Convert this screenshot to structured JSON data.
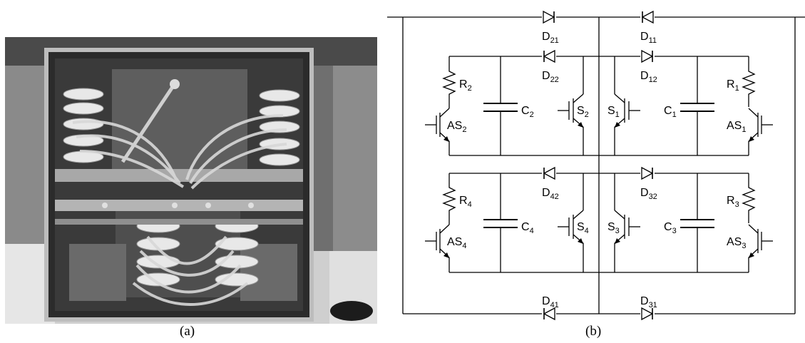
{
  "captions": {
    "a": "(a)",
    "b": "(b)"
  },
  "labels": {
    "D21": [
      "D",
      "21"
    ],
    "D11": [
      "D",
      "11"
    ],
    "D22": [
      "D",
      "22"
    ],
    "D12": [
      "D",
      "12"
    ],
    "D42": [
      "D",
      "42"
    ],
    "D32": [
      "D",
      "32"
    ],
    "D41": [
      "D",
      "41"
    ],
    "D31": [
      "D",
      "31"
    ],
    "R2": [
      "R",
      "2"
    ],
    "R1": [
      "R",
      "1"
    ],
    "R4": [
      "R",
      "4"
    ],
    "R3": [
      "R",
      "3"
    ],
    "C2": [
      "C",
      "2"
    ],
    "C1": [
      "C",
      "1"
    ],
    "C4": [
      "C",
      "4"
    ],
    "C3": [
      "C",
      "3"
    ],
    "S2": [
      "S",
      "2"
    ],
    "S1": [
      "S",
      "1"
    ],
    "S4": [
      "S",
      "4"
    ],
    "S3": [
      "S",
      "3"
    ],
    "AS2": [
      "AS",
      "2"
    ],
    "AS1": [
      "AS",
      "1"
    ],
    "AS4": [
      "AS",
      "4"
    ],
    "AS3": [
      "AS",
      "3"
    ]
  }
}
